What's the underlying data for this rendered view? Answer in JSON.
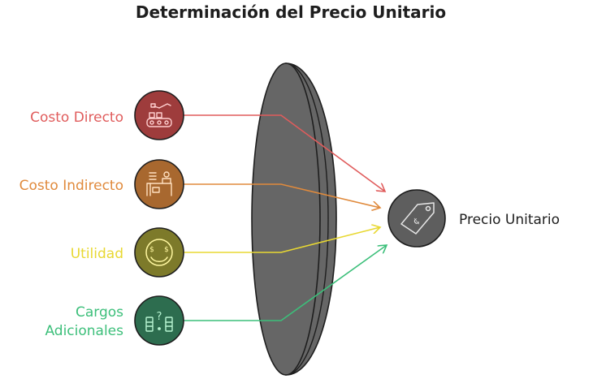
{
  "title": "Determinación del Precio Unitario",
  "inputs": [
    {
      "label_lines": [
        "Costo Directo"
      ],
      "color": "#e05c5c",
      "fill": "#9e3c3c",
      "icon": "factory-conveyor-icon"
    },
    {
      "label_lines": [
        "Costo Indirecto"
      ],
      "color": "#e08a3c",
      "fill": "#a8682f",
      "icon": "office-desk-icon"
    },
    {
      "label_lines": [
        "Utilidad"
      ],
      "color": "#e8d832",
      "fill": "#7d7a2a",
      "icon": "money-eyes-smiley-icon"
    },
    {
      "label_lines": [
        "Cargos",
        "Adicionales"
      ],
      "color": "#3cbf7a",
      "fill": "#2d6d4f",
      "icon": "extra-items-question-icon"
    }
  ],
  "output": {
    "label": "Precio Unitario",
    "icon": "price-tag-icon",
    "fill": "#5e5e5e"
  },
  "lens": {
    "fill": "#666666",
    "stroke": "#1e1e1e"
  }
}
